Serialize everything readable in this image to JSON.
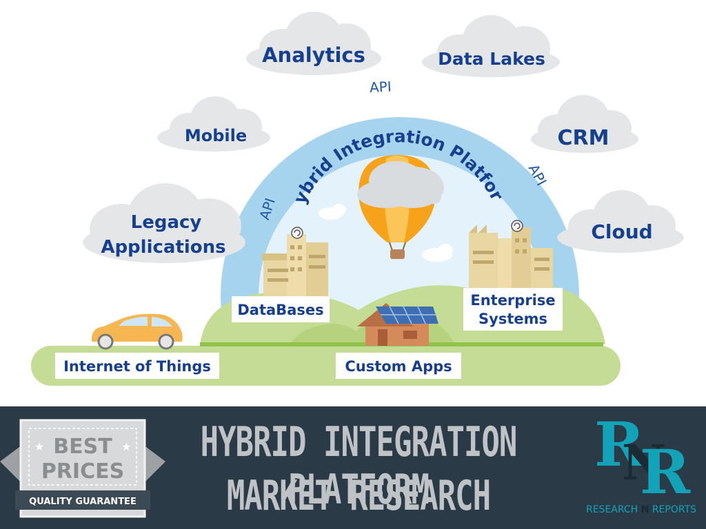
{
  "diagram": {
    "title": "Hybrid Integration Platform",
    "api_labels": [
      "API",
      "API",
      "API"
    ],
    "clouds": {
      "analytics": "Analytics",
      "data_lakes": "Data Lakes",
      "mobile": "Mobile",
      "crm": "CRM",
      "legacy_line1": "Legacy",
      "legacy_line2": "Applications",
      "cloud": "Cloud"
    },
    "ground_labels": {
      "databases": "DataBases",
      "enterprise_line1": "Enterprise",
      "enterprise_line2": "Systems",
      "iot": "Internet of Things",
      "custom_apps": "Custom Apps"
    },
    "colors": {
      "label_blue": "#16408f",
      "outer_ring": "#a6d4ef",
      "inner_sky": "#e4f2fb",
      "hill_green": "#c4dc93",
      "building": "#e8d6a3",
      "car": "#f6b651",
      "balloon_orange": "#f6a21b"
    },
    "icons": [
      "balloon-icon",
      "car-icon",
      "house-icon",
      "building-icon",
      "factory-icon"
    ]
  },
  "banner": {
    "headline_line1": "HYBRID INTEGRATION PLATFORM",
    "headline_line2": "MARKET RESEARCH",
    "badge_line1": "BEST",
    "badge_line2": "PRICES",
    "badge_line3": "QUALITY GUARANTEE",
    "logo_top": "R",
    "logo_mid": "N",
    "logo_bottom": "R",
    "logo_caption_1": "RESEARCH",
    "logo_caption_2": "N",
    "logo_caption_3": "REPORTS",
    "colors": {
      "background": "#2b3a47",
      "headline": "#bfc3c6",
      "logo_teal": "#12a3b8"
    }
  }
}
